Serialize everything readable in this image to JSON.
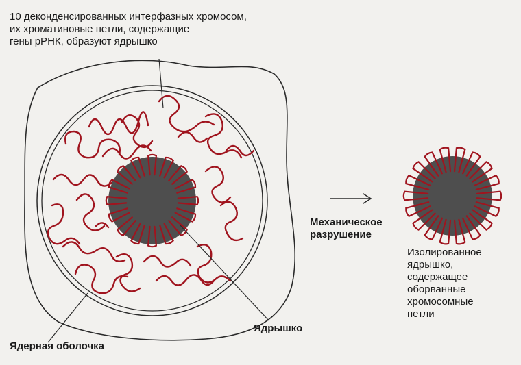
{
  "labels": {
    "top_annotation": [
      "10 деконденсированных интерфазных хромосом,",
      "их хроматиновые петли, содержащие",
      "гены рРНК, образуют ядрышко"
    ],
    "nuclear_envelope": "Ядерная оболочка",
    "nucleolus": "Ядрышко",
    "mechanical_disruption": [
      "Механическое",
      "разрушение"
    ],
    "isolated_nucleolus": [
      "Изолированное",
      "ядрышко,",
      "содержащее",
      "оборванные",
      "хромосомные",
      "петли"
    ]
  },
  "colors": {
    "background": "#f2f1ee",
    "outline": "#2a2a2a",
    "chromatin_loops": "#a0141e",
    "nucleolus_fill": "#4e4e4e"
  },
  "icons": {
    "arrow": "arrow-right-icon"
  }
}
